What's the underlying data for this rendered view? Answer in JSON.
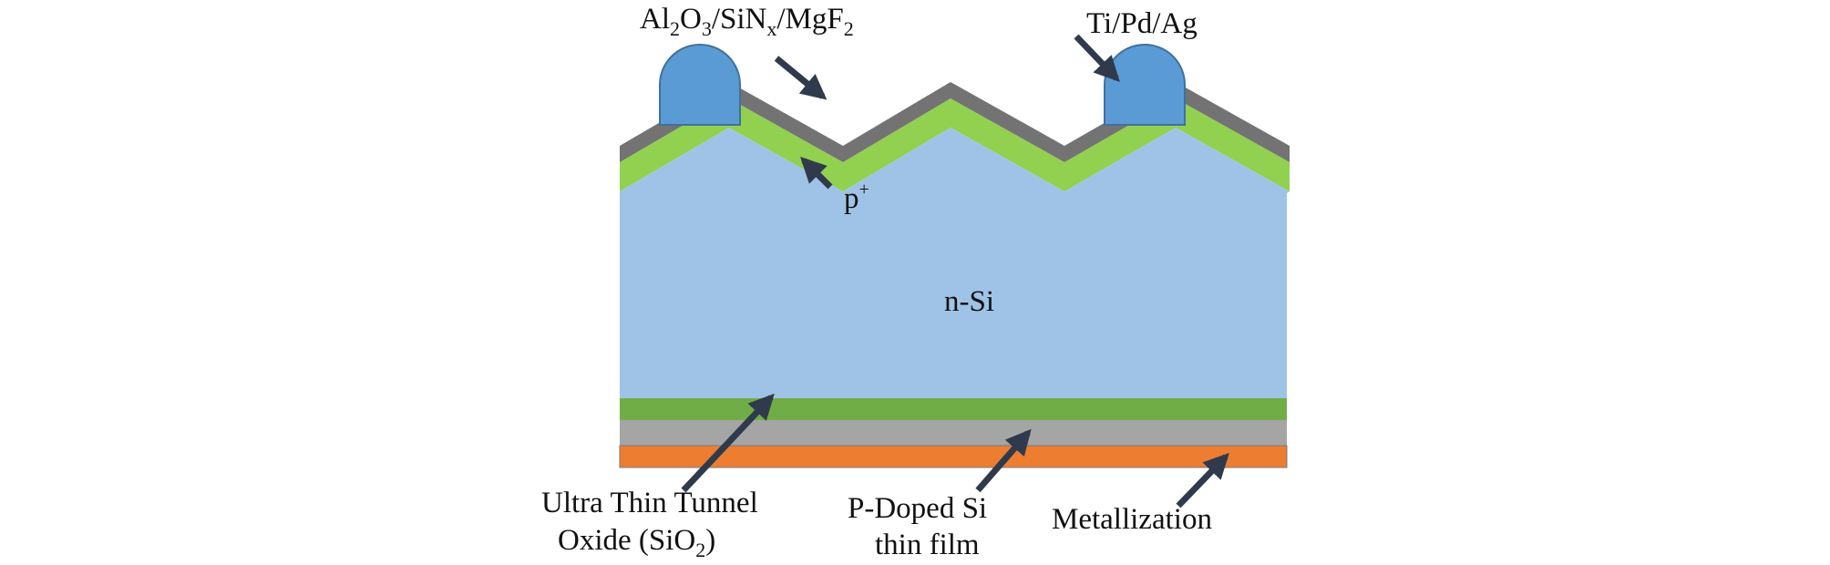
{
  "colors": {
    "substrate": "#9fc3e7",
    "emitter": "#92d050",
    "arc_coating": "#737373",
    "contact": "#5b9bd5",
    "contact_edge": "#41719c",
    "tunnel_oxide": "#70ad47",
    "doped_film": "#a5a5a5",
    "metallization": "#ed7d31",
    "arrow": "#2f3b4c"
  },
  "icons": {
    "arrow": "arrow-icon"
  },
  "labels": {
    "coating": {
      "p1": "Al",
      "s1": "2",
      "p2": "O",
      "s2": "3",
      "p3": "/SiN",
      "s3": "x",
      "p4": "/MgF",
      "s4": "2"
    },
    "contact": "Ti/Pd/Ag",
    "emitter": {
      "base": "p",
      "sup": "+"
    },
    "substrate": "n-Si",
    "tunnel_oxide": {
      "line1": "Ultra Thin Tunnel",
      "line2_prefix": "Oxide (SiO",
      "line2_sub": "2",
      "line2_suffix": ")"
    },
    "doped_film": {
      "line1": "P-Doped Si",
      "line2": "thin film"
    },
    "metallization": "Metallization"
  }
}
